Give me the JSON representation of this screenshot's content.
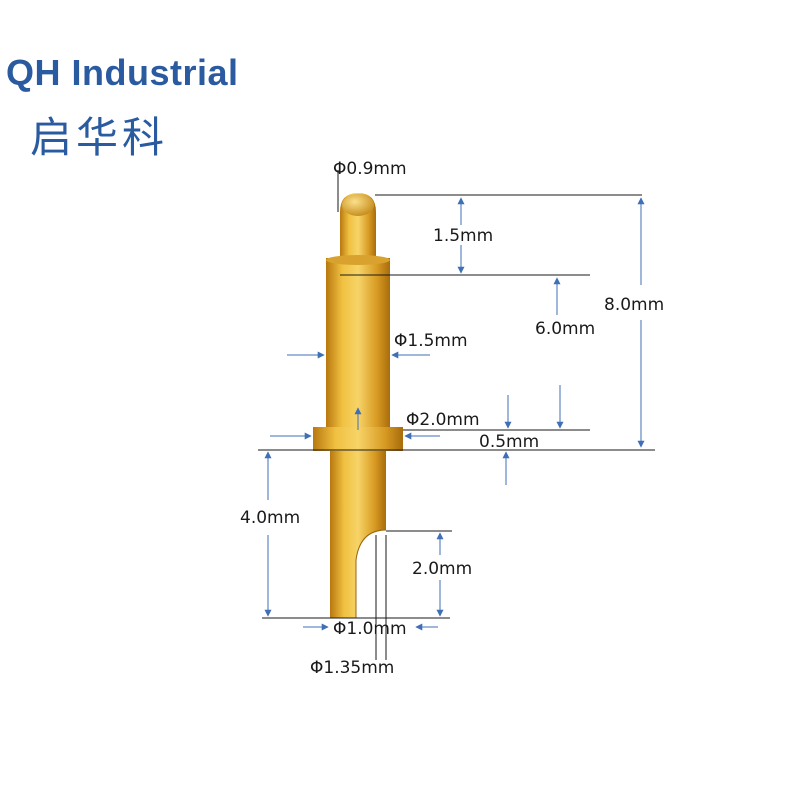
{
  "brand": {
    "name_en": "QH Industrial",
    "name_zh": "启华科"
  },
  "colors": {
    "brand_blue": "#2a5aa0",
    "pin_gold": "#e0a628",
    "dimension_blue": "#3f6fb5"
  },
  "dimensions": {
    "tip_diameter": "Φ0.9mm",
    "tip_length": "1.5mm",
    "barrel_diameter": "Φ1.5mm",
    "total_length": "8.0mm",
    "upper_length": "6.0mm",
    "collar_diameter": "Φ2.0mm",
    "collar_thickness": "0.5mm",
    "tail_length": "4.0mm",
    "cut_length": "2.0mm",
    "tail_diameter": "Φ1.0mm",
    "tail_outer_diameter": "Φ1.35mm"
  }
}
